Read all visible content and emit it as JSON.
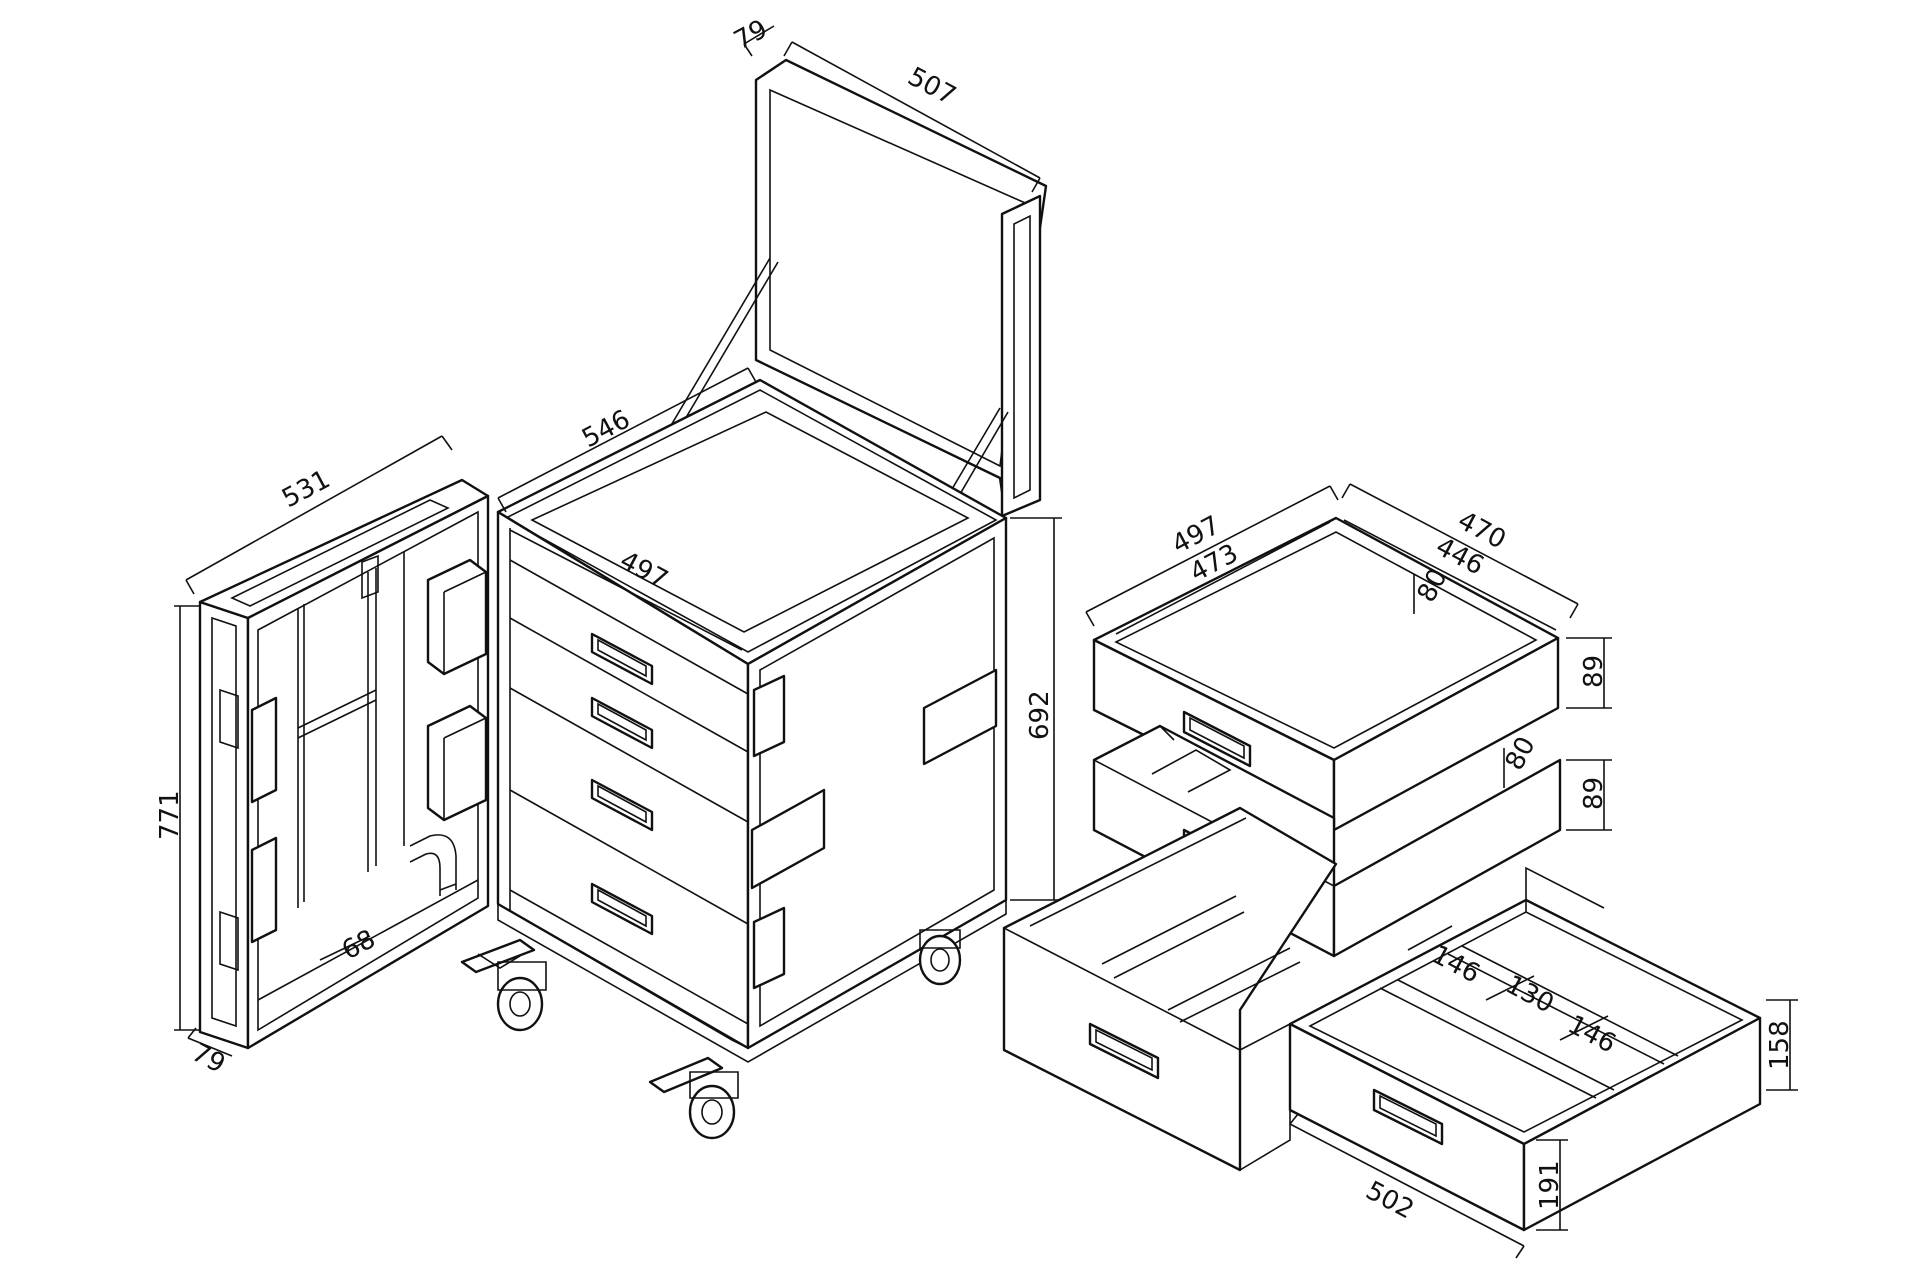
{
  "dimensions": {
    "lid_depth": "79",
    "lid_width": "507",
    "top_length": "546",
    "inner_width": "497",
    "height_main": "692",
    "door_width": "531",
    "door_height": "771",
    "door_depth": "79",
    "door_bin_width": "68",
    "drawer_outer_width": "497",
    "drawer_inner_width": "473",
    "drawer_outer_depth": "470",
    "drawer_inner_depth": "446",
    "drawer_inner_height_1": "80",
    "drawer_inner_height_2": "80",
    "drawer_height_1": "89",
    "drawer_height_2": "89",
    "compartment_1": "146",
    "compartment_2": "130",
    "compartment_3": "146",
    "deep_drawer_height": "158",
    "deep_drawer_front_height": "191",
    "deep_drawer_length": "502"
  }
}
